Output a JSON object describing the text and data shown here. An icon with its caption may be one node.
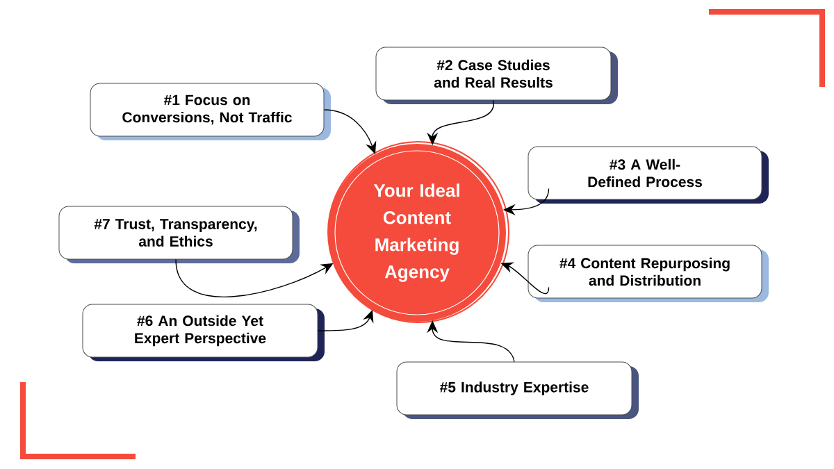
{
  "diagram": {
    "nodes": [
      {
        "text": [
          "Your Ideal Content Marketing Agency"
        ]
      },
      {
        "text": [
          "#1 Focus on Conversions, Not Traffic"
        ]
      },
      {
        "text": [
          "#2 Case Studies and Real Results"
        ]
      },
      {
        "text": [
          "#3 A Well-Defined Process"
        ]
      },
      {
        "text": [
          "#4 Content Repurposing and Distribution"
        ]
      },
      {
        "text": [
          "#5 Industry Expertise"
        ]
      },
      {
        "text": [
          "#6 An Outside Yet Expert Perspective"
        ]
      },
      {
        "text": [
          "#7 Trust, Transparency, and Ethics"
        ]
      }
    ],
    "edges": [
      {
        "from": 1,
        "to": 0,
        "arrow": "to"
      },
      {
        "from": 2,
        "to": 0,
        "arrow": "to"
      },
      {
        "from": 3,
        "to": 0,
        "arrow": "to"
      },
      {
        "from": 4,
        "to": 0,
        "arrow": "to"
      },
      {
        "from": 5,
        "to": 0,
        "arrow": "to"
      },
      {
        "from": 6,
        "to": 0,
        "arrow": "to"
      },
      {
        "from": 7,
        "to": 0,
        "arrow": "to"
      }
    ]
  }
}
